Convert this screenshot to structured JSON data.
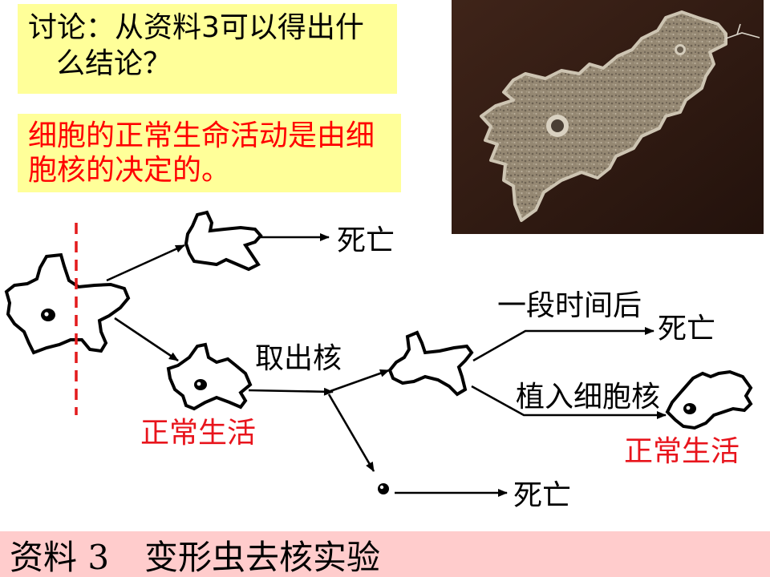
{
  "discussion": {
    "lines": [
      "讨论：从资料3可以得出什",
      "么结论？"
    ]
  },
  "conclusion": {
    "lines": [
      "细胞的正常生命活动是由细",
      "胞核的决定的。"
    ]
  },
  "diagram": {
    "labels": {
      "death_top": "死亡",
      "remove_nucleus": "取出核",
      "normal_left": "正常生活",
      "after_time": "一段时间后",
      "death_right": "死亡",
      "implant_nucleus": "植入细胞核",
      "normal_right": "正常生活",
      "death_bottom": "死亡"
    }
  },
  "footer": {
    "material": "资料 3",
    "title": "变形虫去核实验"
  },
  "colors": {
    "yellow_box": "#ffff99",
    "conclusion_text": "#ff0000",
    "label_red": "#e8141c",
    "footer_bg": "#ffcccc",
    "cut_line": "#e31a1c"
  }
}
